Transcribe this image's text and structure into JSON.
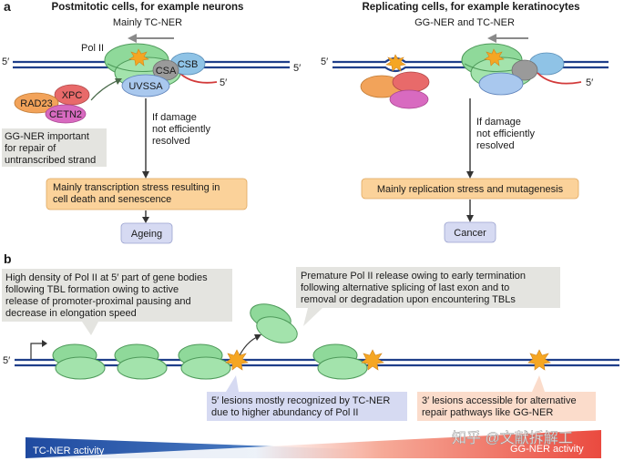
{
  "panel_a": {
    "label": "a",
    "left": {
      "title": "Postmitotic cells, for example neurons",
      "subtitle": "Mainly TC-NER",
      "pol2": "Pol II",
      "five_prime": "5′",
      "csa": "CSA",
      "csb": "CSB",
      "uvssa": "UVSSA",
      "rad23": "RAD23",
      "xpc": "XPC",
      "cetn2": "CETN2",
      "gg_note": [
        "GG-NER important",
        "for repair of",
        "untranscribed strand"
      ],
      "damage_note": [
        "If damage",
        "not efficiently",
        "resolved"
      ],
      "outcome": [
        "Mainly transcription stress resulting in",
        "cell death and senescence"
      ],
      "result": "Ageing"
    },
    "right": {
      "title": "Replicating cells, for example keratinocytes",
      "subtitle": "GG-NER and TC-NER",
      "five_prime": "5′",
      "damage_note": [
        "If damage",
        "not efficiently",
        "resolved"
      ],
      "outcome": "Mainly replication stress and mutagenesis",
      "result": "Cancer"
    }
  },
  "panel_b": {
    "label": "b",
    "five_prime": "5′",
    "note_left": [
      "High density of Pol II at 5′ part of gene bodies",
      "following TBL formation owing to active",
      "release of promoter-proximal pausing and",
      "decrease in elongation speed"
    ],
    "note_right": [
      "Premature Pol II release owing to early termination",
      "following alternative splicing of last exon and to",
      "removal or degradation upon encountering TBLs"
    ],
    "lesion5": [
      "5′ lesions mostly recognized by TC-NER",
      "due to higher abundancy of Pol II"
    ],
    "lesion3": [
      "3′ lesions accessible for alternative",
      "repair pathways like GG-NER"
    ],
    "tc_activity": "TC-NER activity",
    "gg_activity": "GG-NER activity"
  },
  "watermark": "知乎 @文献拆解工",
  "colors": {
    "dna": "#1f3f8a",
    "pol2": "#8fd99a",
    "csa": "#9a9a9a",
    "csb": "#8fc3e6",
    "uvssa": "#a9c8ee",
    "rad23": "#f2a35a",
    "xpc": "#e86a6a",
    "cetn2": "#d86ac0",
    "outcome_box": "#fbd29a",
    "result_box": "#d6daf2",
    "note_box": "#e4e4e0",
    "lesion5_box": "#d6daf2",
    "lesion3_box": "#fbdccb",
    "tc_bar": "#1f4aa0",
    "gg_bar": "#e8362a",
    "lesion": "#f5a623",
    "rna": "#d23a3a"
  }
}
